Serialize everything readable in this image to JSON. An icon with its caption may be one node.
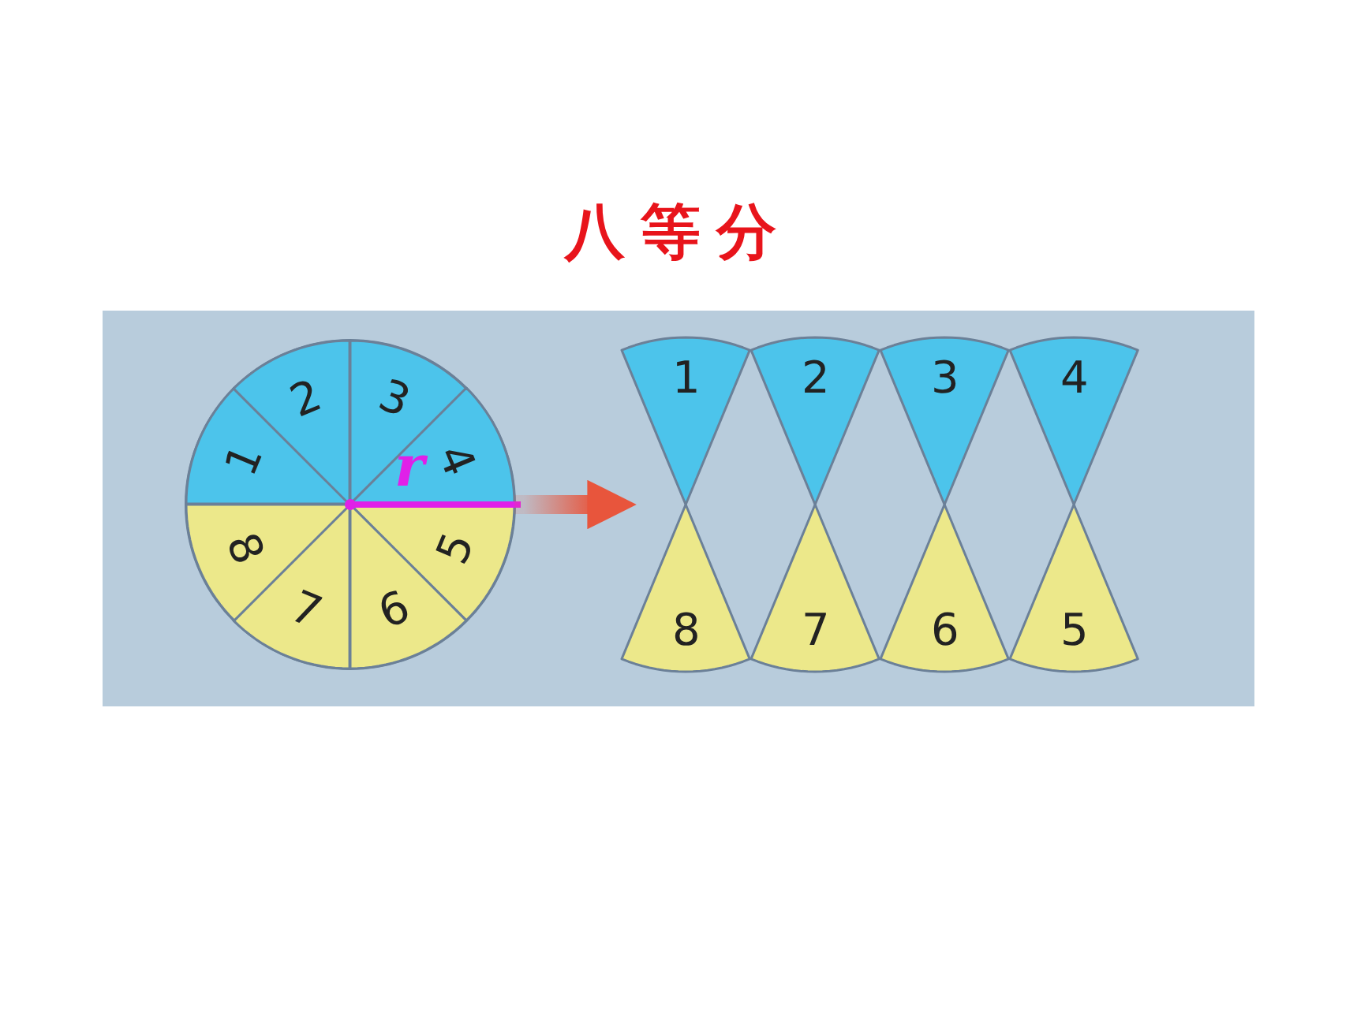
{
  "diagram": {
    "title": "八等分",
    "nodes": [
      {
        "text": [],
        "shape": "circle"
      },
      {
        "text": [
          "1"
        ],
        "in": 0
      },
      {
        "text": [
          "2"
        ],
        "in": 0
      },
      {
        "text": [
          "3"
        ],
        "in": 0
      },
      {
        "text": [
          "4"
        ],
        "in": 0
      },
      {
        "text": [
          "5"
        ],
        "in": 0
      },
      {
        "text": [
          "6"
        ],
        "in": 0
      },
      {
        "text": [
          "7"
        ],
        "in": 0
      },
      {
        "text": [
          "8"
        ],
        "in": 0
      },
      {
        "text": [
          "1"
        ]
      },
      {
        "text": [
          "2"
        ]
      },
      {
        "text": [
          "3"
        ]
      },
      {
        "text": [
          "4"
        ]
      },
      {
        "text": [
          "8"
        ]
      },
      {
        "text": [
          "7"
        ]
      },
      {
        "text": [
          "6"
        ]
      },
      {
        "text": [
          "5"
        ]
      }
    ],
    "edges": [
      {
        "from": 0,
        "to": 9,
        "arrow": "to"
      }
    ],
    "labels": [
      "r"
    ]
  }
}
